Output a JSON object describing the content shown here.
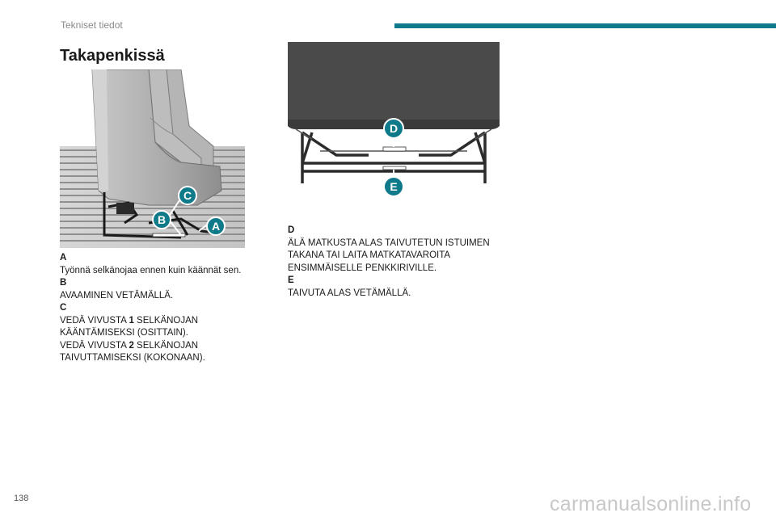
{
  "header": {
    "section": "Tekniset tiedot",
    "accent_color": "#0f7a8a"
  },
  "title": "Takapenkissä",
  "figure1": {
    "callouts": [
      "C",
      "B",
      "A"
    ]
  },
  "figure2": {
    "callouts": [
      "D",
      "E"
    ]
  },
  "column1": {
    "a_label": "A",
    "a_text": "Työnnä selkänojaa ennen kuin käännät sen.",
    "b_label": "B",
    "b_text": "AVAAMINEN VETÄMÄLLÄ.",
    "c_label": "C",
    "c1_pre": "VEDÄ VIVUSTA ",
    "c1_num": "1",
    "c1_post": " SELKÄNOJAN KÄÄNTÄMISEKSI (OSITTAIN).",
    "c2_pre": "VEDÄ VIVUSTA ",
    "c2_num": "2",
    "c2_post": " SELKÄNOJAN TAIVUTTAMISEKSI (KOKONAAN)."
  },
  "column2": {
    "d_label": "D",
    "d_text": "ÄLÄ MATKUSTA ALAS TAIVUTETUN ISTUIMEN TAKANA TAI LAITA MATKATAVAROITA ENSIMMÄISELLE PENKKIRIVILLE.",
    "e_label": "E",
    "e_text": "TAIVUTA ALAS VETÄMÄLLÄ."
  },
  "page_number": "138",
  "watermark": "carmanualsonline.info"
}
